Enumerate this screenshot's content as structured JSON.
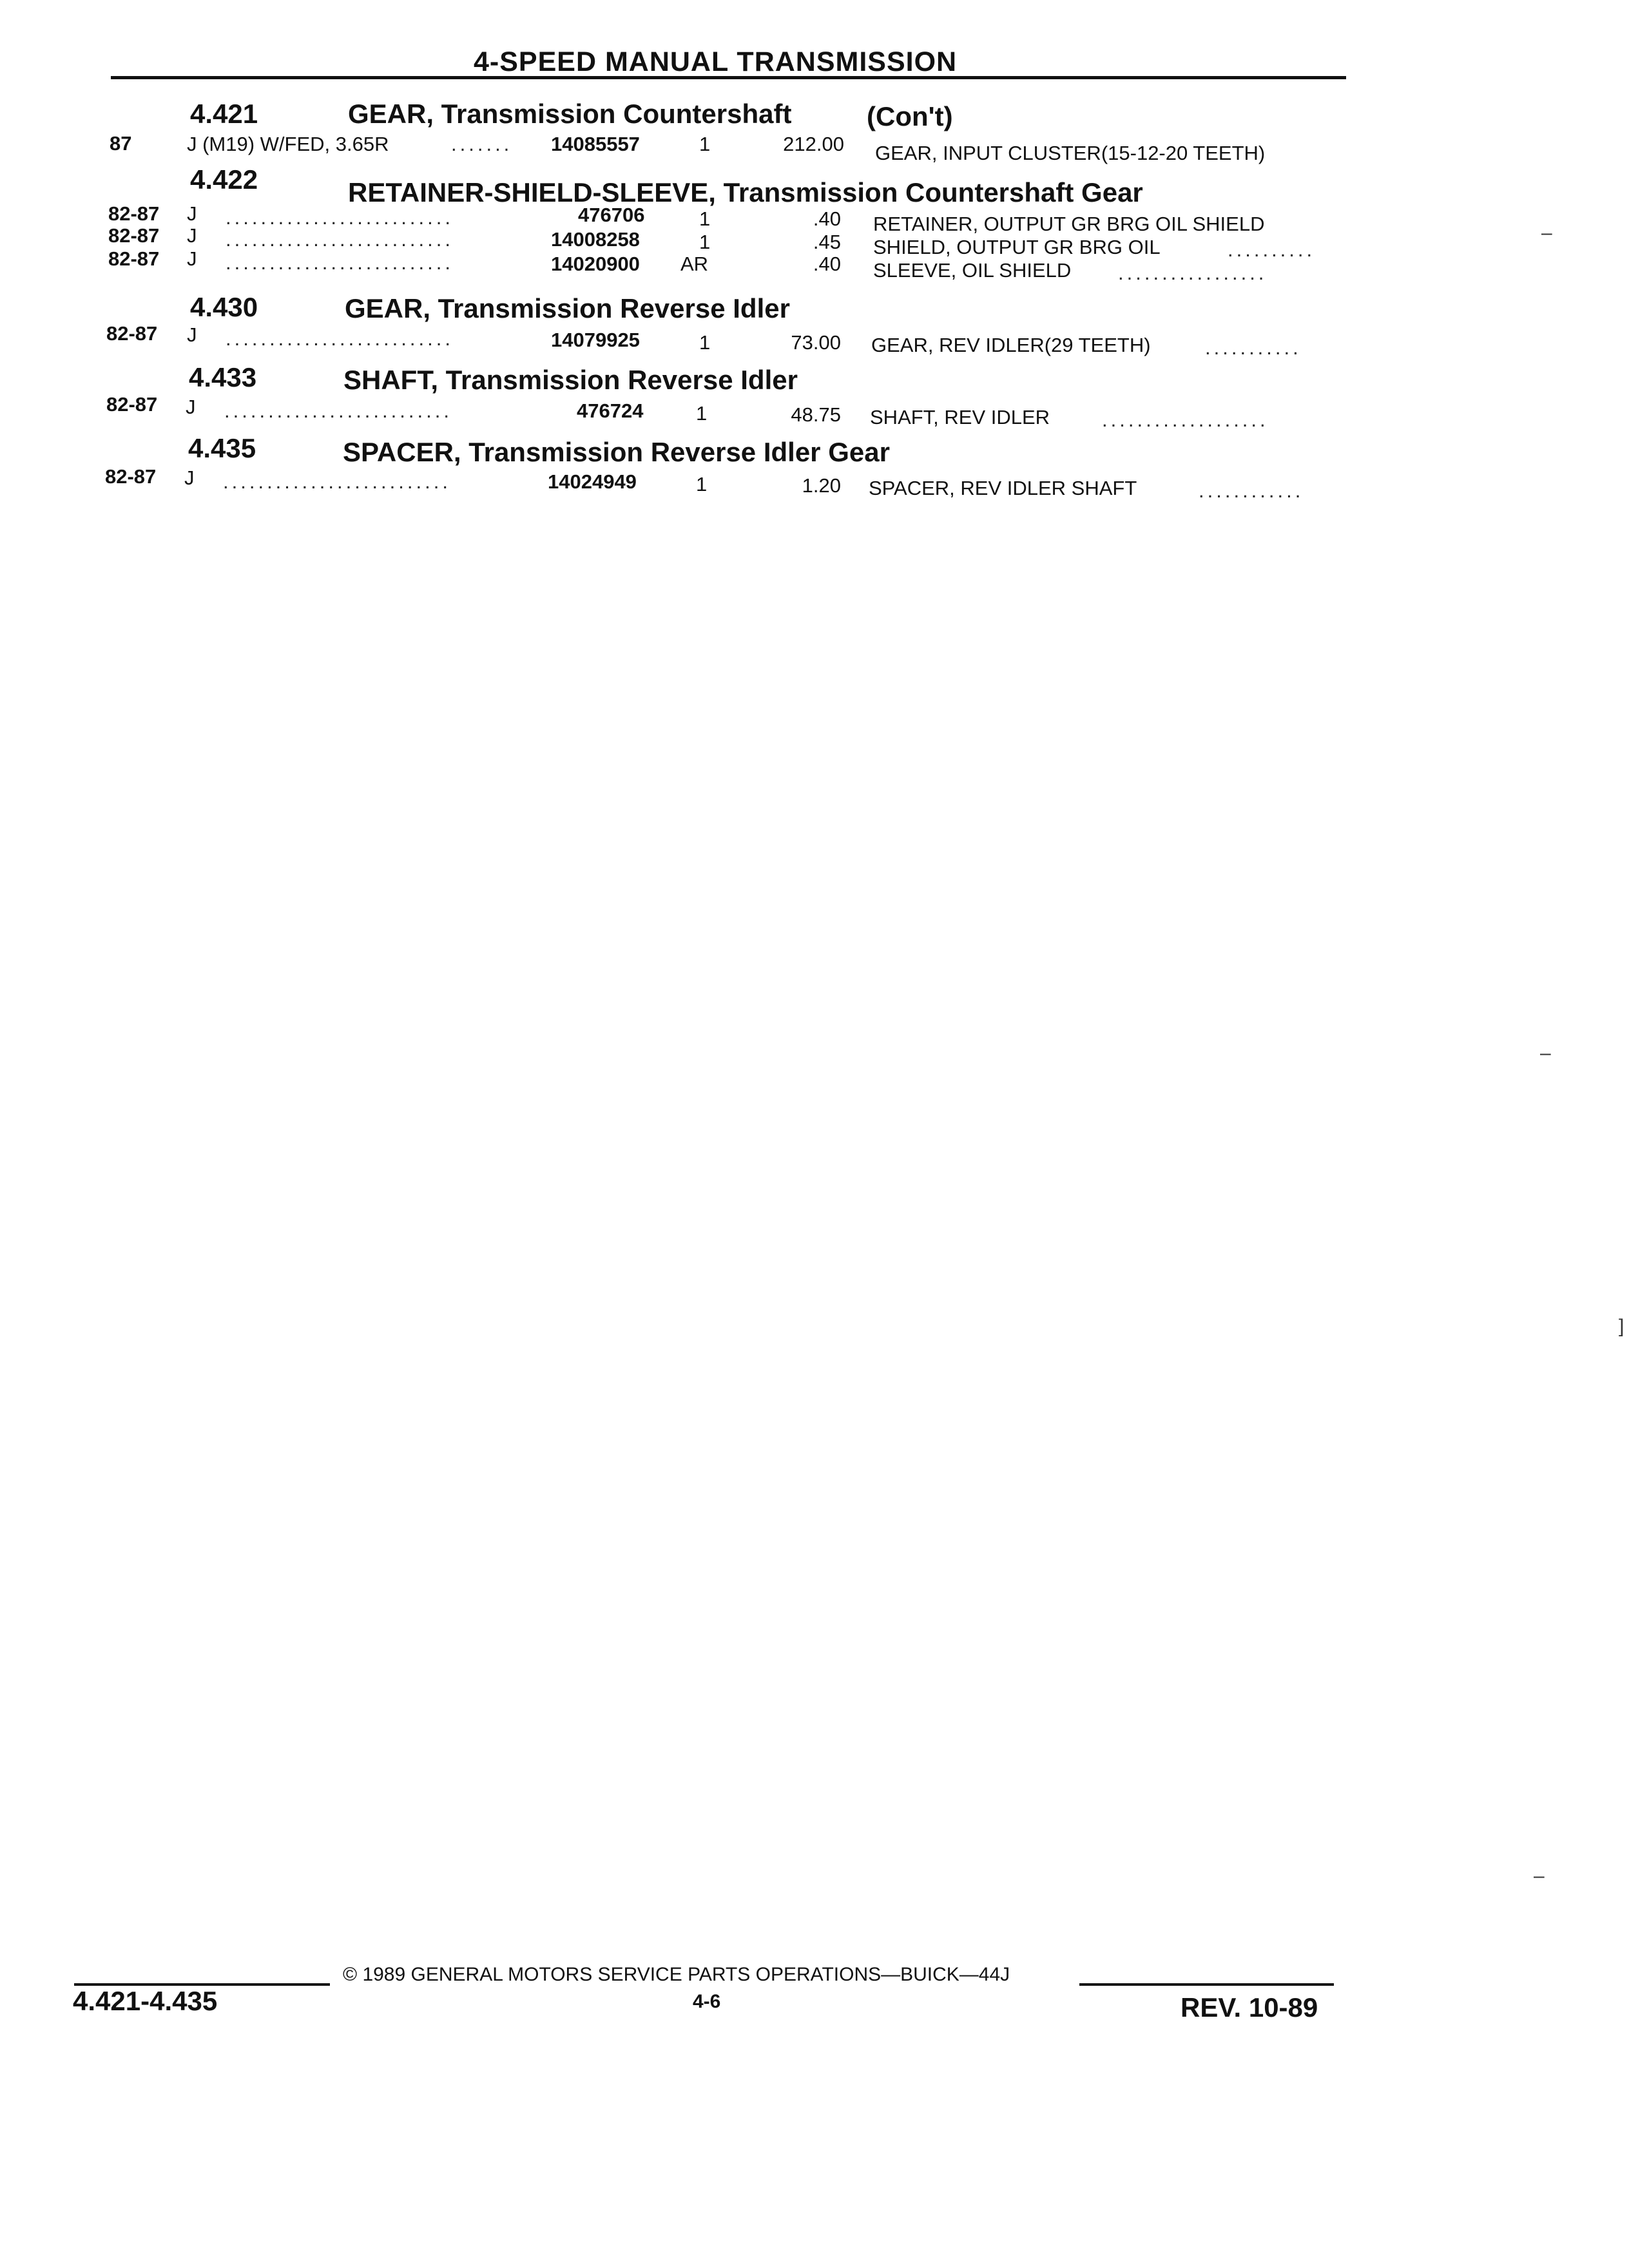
{
  "header": {
    "title": "4-SPEED MANUAL TRANSMISSION"
  },
  "sections": [
    {
      "number": "4.421",
      "title": "GEAR, Transmission Countershaft",
      "suffix": "(Con't)",
      "rows": [
        {
          "years": "87",
          "app": "J (M19) W/FED, 3.65R",
          "dots": ".......",
          "part": "14085557",
          "qty": "1",
          "price": "212.00",
          "desc": "GEAR, INPUT CLUSTER(15-12-20 TEETH)",
          "desc_dots": ""
        }
      ]
    },
    {
      "number": "4.422",
      "title": "RETAINER-SHIELD-SLEEVE, Transmission Countershaft Gear",
      "suffix": "",
      "rows": [
        {
          "years": "82-87",
          "app": "J",
          "dots": "..........................",
          "part": "476706",
          "qty": "1",
          "price": ".40",
          "desc": "RETAINER, OUTPUT GR BRG OIL SHIELD",
          "desc_dots": ""
        },
        {
          "years": "82-87",
          "app": "J",
          "dots": "..........................",
          "part": "14008258",
          "qty": "1",
          "price": ".45",
          "desc": "SHIELD, OUTPUT GR BRG OIL",
          "desc_dots": ".........."
        },
        {
          "years": "82-87",
          "app": "J",
          "dots": "..........................",
          "part": "14020900",
          "qty": "AR",
          "price": ".40",
          "desc": "SLEEVE, OIL SHIELD",
          "desc_dots": "................."
        }
      ]
    },
    {
      "number": "4.430",
      "title": "GEAR, Transmission Reverse Idler",
      "suffix": "",
      "rows": [
        {
          "years": "82-87",
          "app": "J",
          "dots": "..........................",
          "part": "14079925",
          "qty": "1",
          "price": "73.00",
          "desc": "GEAR, REV IDLER(29 TEETH)",
          "desc_dots": "..........."
        }
      ]
    },
    {
      "number": "4.433",
      "title": "SHAFT, Transmission Reverse Idler",
      "suffix": "",
      "rows": [
        {
          "years": "82-87",
          "app": "J",
          "dots": "..........................",
          "part": "476724",
          "qty": "1",
          "price": "48.75",
          "desc": "SHAFT, REV IDLER",
          "desc_dots": "..................."
        }
      ]
    },
    {
      "number": "4.435",
      "title": "SPACER, Transmission Reverse Idler Gear",
      "suffix": "",
      "rows": [
        {
          "years": "82-87",
          "app": "J",
          "dots": "..........................",
          "part": "14024949",
          "qty": "1",
          "price": "1.20",
          "desc": "SPACER, REV IDLER SHAFT",
          "desc_dots": "............"
        }
      ]
    }
  ],
  "footer": {
    "copyright": "© 1989 GENERAL MOTORS SERVICE PARTS OPERATIONS—BUICK—44J",
    "range": "4.421-4.435",
    "page": "4-6",
    "revision": "REV. 10-89"
  }
}
